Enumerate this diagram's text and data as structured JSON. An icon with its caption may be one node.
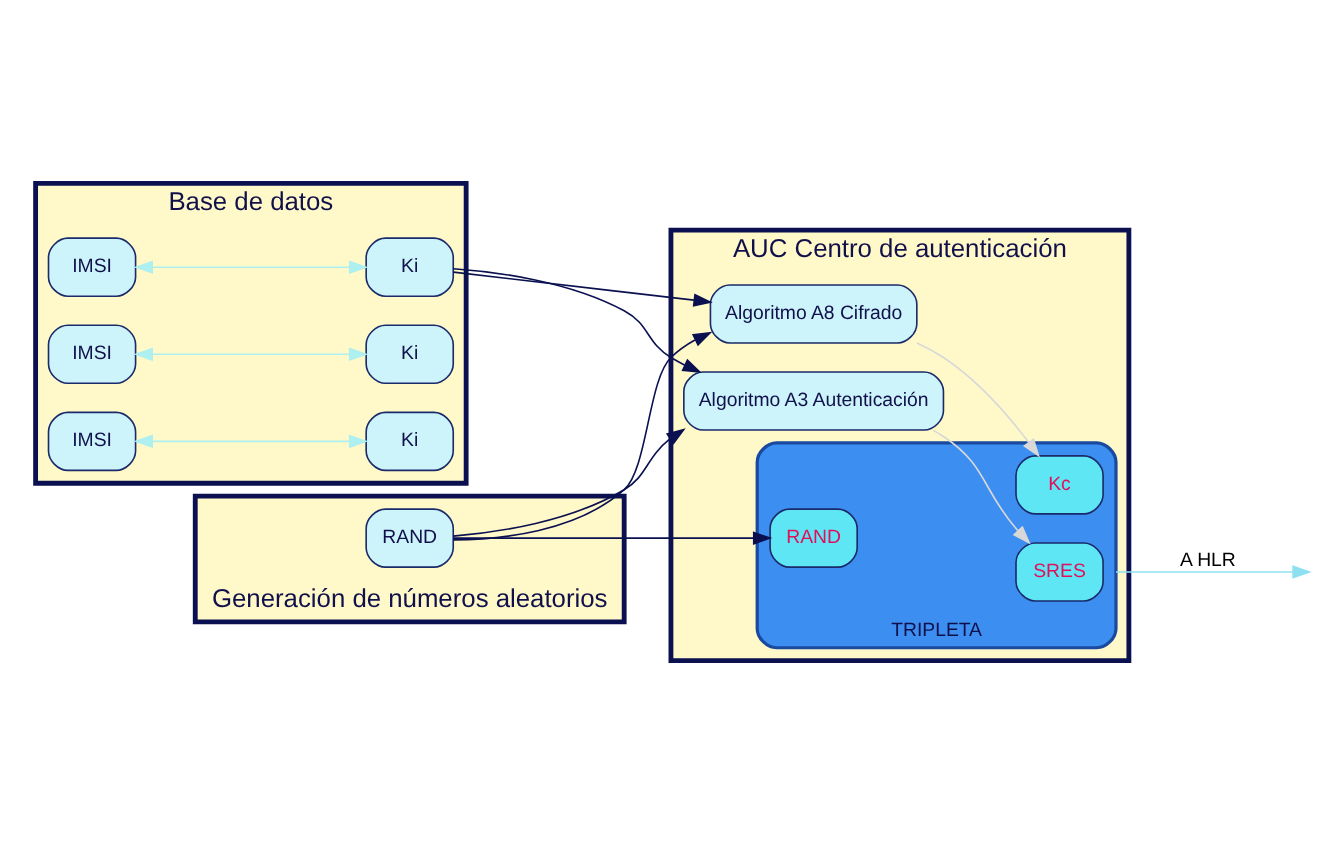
{
  "diagram": {
    "nodes": [
      {
        "text": [
          "Base de datos"
        ]
      },
      {
        "text": [
          "IMSI"
        ],
        "in": 0
      },
      {
        "text": [
          "Ki"
        ],
        "in": 0
      },
      {
        "text": [
          "IMSI"
        ],
        "in": 0
      },
      {
        "text": [
          "Ki"
        ],
        "in": 0
      },
      {
        "text": [
          "IMSI"
        ],
        "in": 0
      },
      {
        "text": [
          "Ki"
        ],
        "in": 0
      },
      {
        "text": [
          "Generación de números aleatorios"
        ]
      },
      {
        "text": [
          "RAND"
        ],
        "in": 7
      },
      {
        "text": [
          "AUC Centro de autenticación"
        ]
      },
      {
        "text": [
          "Algoritmo A8 Cifrado"
        ],
        "in": 9
      },
      {
        "text": [
          "Algoritmo A3 Autenticación"
        ],
        "in": 9
      },
      {
        "text": [
          "TRIPLETA"
        ],
        "in": 9
      },
      {
        "text": [
          "Kc"
        ],
        "in": 12
      },
      {
        "text": [
          "SRES"
        ],
        "in": 12
      },
      {
        "text": [
          "RAND"
        ],
        "in": 12
      }
    ],
    "edges": [
      {
        "from": 1,
        "to": 2,
        "arrow": "both",
        "color": "#aef0f0"
      },
      {
        "from": 3,
        "to": 4,
        "arrow": "both",
        "color": "#aef0f0"
      },
      {
        "from": 5,
        "to": 6,
        "arrow": "both",
        "color": "#aef0f0"
      },
      {
        "from": 2,
        "to": 10,
        "arrow": "to"
      },
      {
        "from": 2,
        "to": 11,
        "arrow": "to"
      },
      {
        "from": 8,
        "to": 10,
        "arrow": "to"
      },
      {
        "from": 8,
        "to": 11,
        "arrow": "to"
      },
      {
        "from": 8,
        "to": 15,
        "arrow": "to"
      },
      {
        "from": 10,
        "to": 13,
        "arrow": "to",
        "color": "#d8d8d8"
      },
      {
        "from": 11,
        "to": 14,
        "arrow": "to",
        "color": "#d8d8d8"
      },
      {
        "from": 12,
        "to": null,
        "arrow": "to",
        "label": "A HLR",
        "color": "#8ee0f0"
      }
    ]
  }
}
